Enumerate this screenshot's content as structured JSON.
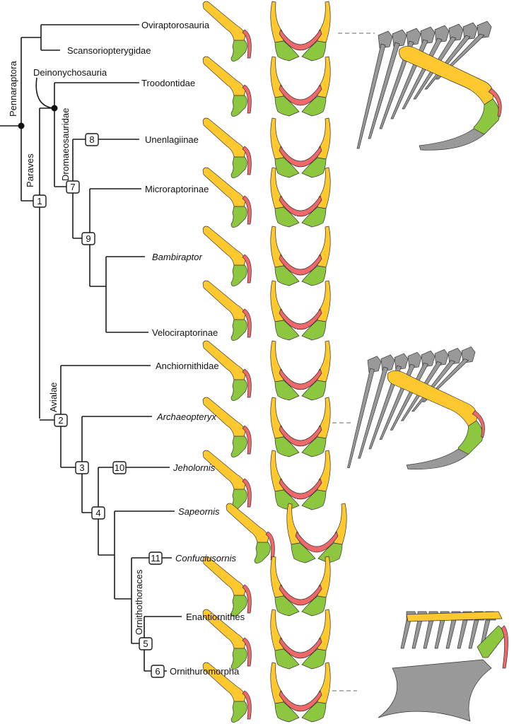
{
  "colors": {
    "scapula": "#FFC82E",
    "coracoid": "#8DC63F",
    "furcula": "#F0686A",
    "skeleton": "#999999",
    "dashed": "#999999",
    "branch": "#1a1a1a"
  },
  "clades": {
    "pennaraptora": "Pennaraptora",
    "paraves": "Paraves",
    "deinonychosauria": "Deinonychosauria",
    "dromaeosauridae": "Dromaeosauridae",
    "avialae": "Avialae",
    "ornithothoraces": "Ornithothoraces"
  },
  "taxa": [
    {
      "name": "Oviraptorosauria",
      "italic": false
    },
    {
      "name": "Scansoriopterygidae",
      "italic": false
    },
    {
      "name": "Troodontidae",
      "italic": false
    },
    {
      "name": "Unenlagiinae",
      "italic": false
    },
    {
      "name": "Microraptorinae",
      "italic": false
    },
    {
      "name": "Bambiraptor",
      "italic": true
    },
    {
      "name": "Velociraptorinae",
      "italic": false
    },
    {
      "name": "Anchiornithidae",
      "italic": false
    },
    {
      "name": "Archaeopteryx",
      "italic": true
    },
    {
      "name": "Jeholornis",
      "italic": true
    },
    {
      "name": "Sapeornis",
      "italic": true
    },
    {
      "name": "Confuciusornis",
      "italic": true
    },
    {
      "name": "Enantiornithes",
      "italic": false
    },
    {
      "name": "Ornithuromorpha",
      "italic": false
    }
  ],
  "nodes": [
    "1",
    "2",
    "3",
    "4",
    "5",
    "6",
    "7",
    "8",
    "9",
    "10",
    "11"
  ]
}
